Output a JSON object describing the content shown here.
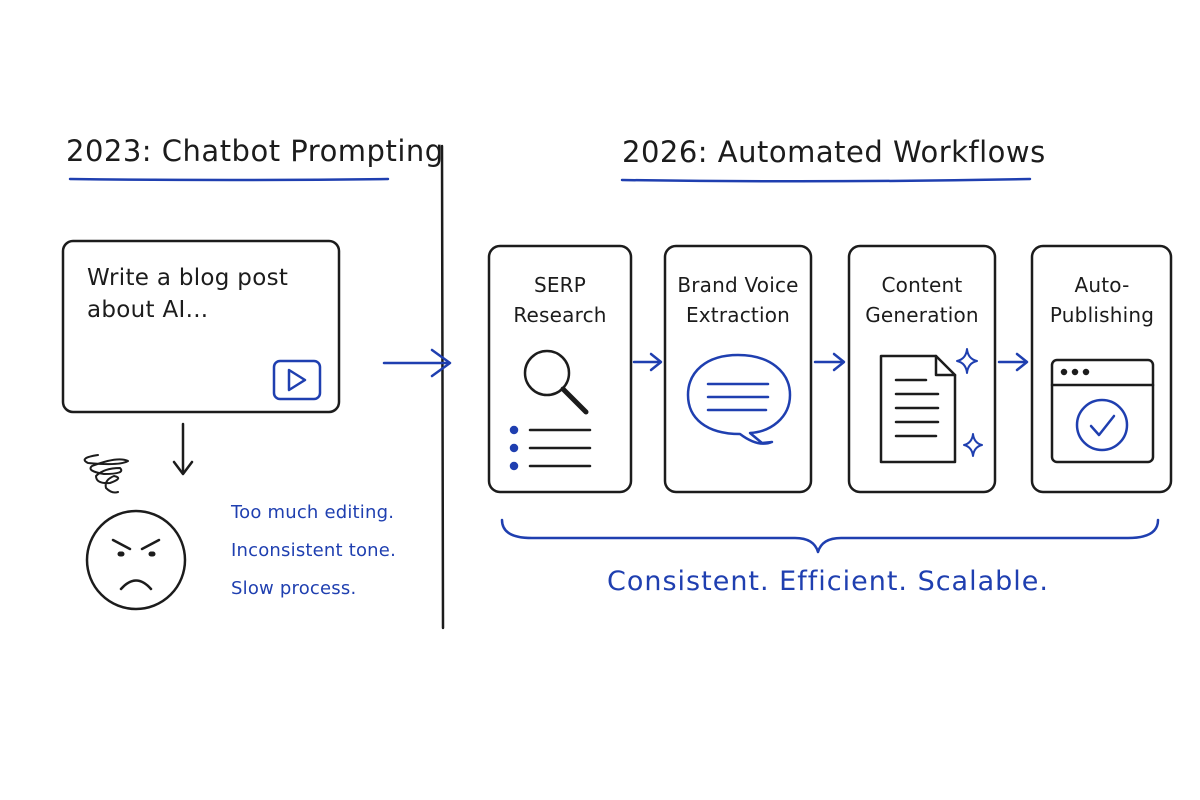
{
  "left": {
    "heading": "2023: Chatbot Prompting",
    "prompt_text": "Write a blog post about AI...",
    "pain_points": [
      "Too much editing.",
      "Inconsistent tone.",
      "Slow process."
    ]
  },
  "right": {
    "heading": "2026: Automated Workflows",
    "steps": [
      {
        "label": "SERP Research",
        "icon": "magnifier-icon"
      },
      {
        "label": "Brand Voice Extraction",
        "icon": "speech-bubble-icon"
      },
      {
        "label": "Content Generation",
        "icon": "document-icon"
      },
      {
        "label": "Auto-Publishing",
        "icon": "browser-check-icon"
      }
    ],
    "tagline": "Consistent. Efficient. Scalable."
  },
  "colors": {
    "ink": "#1c1c1c",
    "accent": "#1f3fb0"
  }
}
